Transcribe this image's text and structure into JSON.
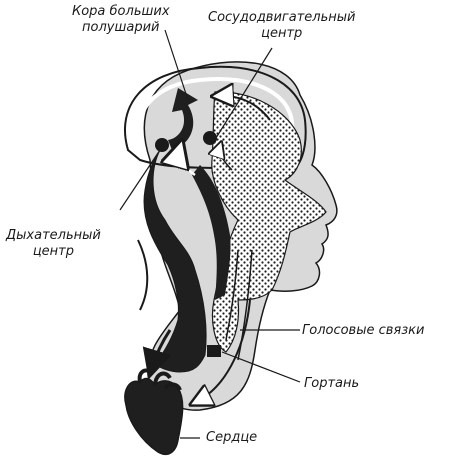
{
  "diagram": {
    "labels": {
      "cortex": [
        "Кора больших",
        "полушарий"
      ],
      "vasomotor": [
        "Сосудодвигательный",
        "центр"
      ],
      "respiratory": [
        "Дыхательный",
        "центр"
      ],
      "vocal_cords": "Голосовые связки",
      "larynx": "Гортань",
      "heart": "Сердце"
    },
    "colors": {
      "ink": "#1a1a1a",
      "fill_light": "#d9d9d9",
      "fill_dark": "#1f1f1f",
      "paper": "#ffffff"
    }
  }
}
